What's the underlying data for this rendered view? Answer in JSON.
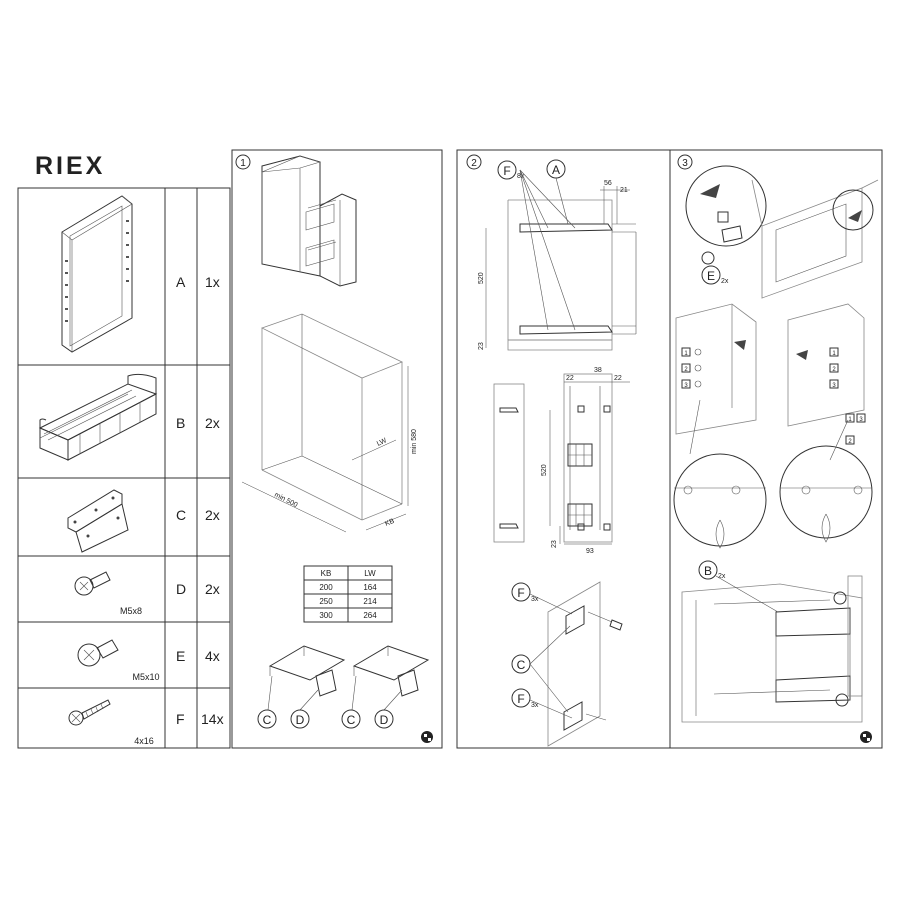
{
  "brand": "RIEX",
  "parts": [
    {
      "letter": "A",
      "qty": "1x",
      "size": ""
    },
    {
      "letter": "B",
      "qty": "2x",
      "size": ""
    },
    {
      "letter": "C",
      "qty": "2x",
      "size": ""
    },
    {
      "letter": "D",
      "qty": "2x",
      "size": "M5x8"
    },
    {
      "letter": "E",
      "qty": "4x",
      "size": "M5x10"
    },
    {
      "letter": "F",
      "qty": "14x",
      "size": "4x16"
    }
  ],
  "step1": {
    "number": "1",
    "dims": {
      "lw": "LW",
      "height": "min 580",
      "depth": "min 500",
      "kb": "KB"
    },
    "table": {
      "headers": [
        "KB",
        "LW"
      ],
      "rows": [
        [
          "200",
          "164"
        ],
        [
          "250",
          "214"
        ],
        [
          "300",
          "264"
        ]
      ]
    },
    "callouts": [
      "C",
      "D",
      "C",
      "D"
    ]
  },
  "step2": {
    "number": "2",
    "callout_f": "F",
    "callout_f_qty": "8x",
    "callout_a": "A",
    "dims_top": [
      "56",
      "21",
      "520",
      "23"
    ],
    "dims_mid": [
      "22",
      "38",
      "22",
      "520",
      "23",
      "93"
    ],
    "callout_f2": "F",
    "callout_f2_qty": "3x",
    "callout_c": "C",
    "callout_f3": "F",
    "callout_f3_qty": "3x"
  },
  "step3": {
    "number": "3",
    "callout_e": "E",
    "callout_e_qty": "2x",
    "steps_left": [
      "1",
      "2",
      "3"
    ],
    "steps_right": [
      "1",
      "2",
      "3"
    ],
    "tag_13": [
      "1",
      "3"
    ],
    "tag_2": "2",
    "callout_b": "B",
    "callout_b_qty": "2x"
  }
}
